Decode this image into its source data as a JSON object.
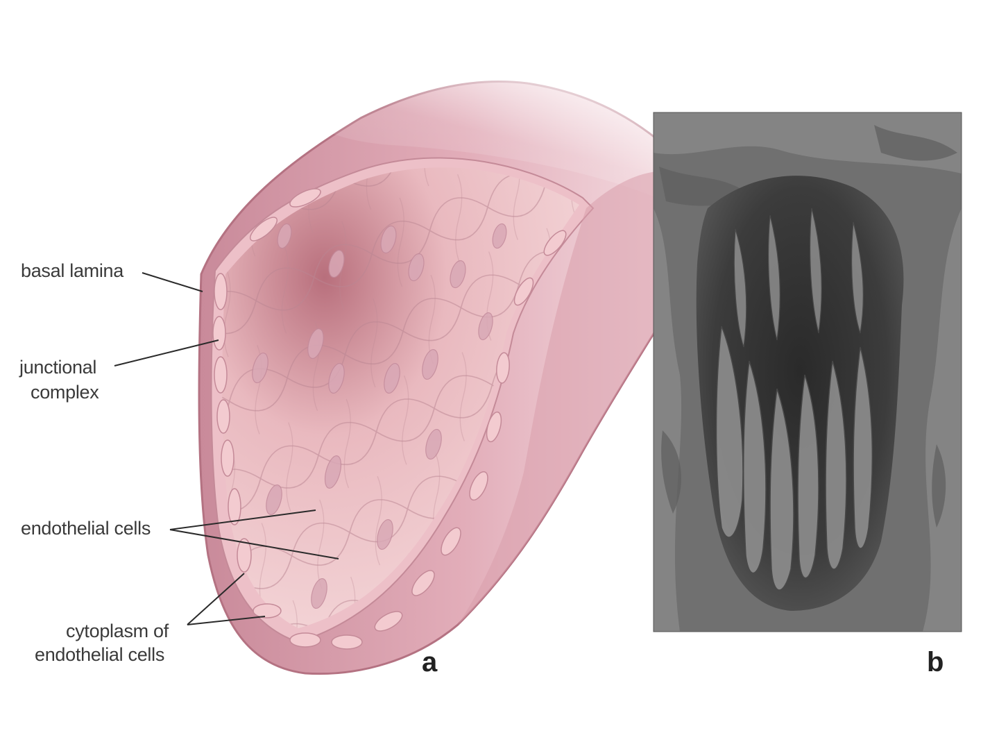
{
  "labels": {
    "basal_lamina": "basal lamina",
    "junctional_complex_line1": "junctional",
    "junctional_complex_line2": "complex",
    "endothelial_cells": "endothelial cells",
    "cytoplasm_line1": "cytoplasm of",
    "cytoplasm_line2": "endothelial cells"
  },
  "panels": {
    "a": "a",
    "b": "b"
  },
  "colors": {
    "vessel_outer": "#c98a9a",
    "vessel_wall": "#e9b8c2",
    "lumen": "#f3cfd3",
    "nucleus": "#d7a6b6",
    "sem_background": "#6f6f6f",
    "leader_line": "#2a2a2a"
  }
}
